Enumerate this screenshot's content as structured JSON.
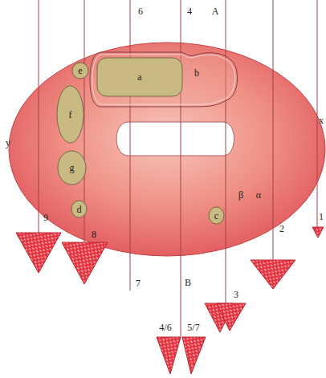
{
  "diagram": {
    "nodes": [
      {
        "text": [
          "e"
        ]
      },
      {
        "text": [
          "b"
        ]
      },
      {
        "text": [
          "a"
        ],
        "in": 1
      },
      {
        "text": [
          "f"
        ]
      },
      {
        "text": [
          "g"
        ]
      },
      {
        "text": [
          "c"
        ]
      },
      {
        "text": [
          "d"
        ]
      }
    ],
    "labels": [
      "6",
      "4",
      "A",
      "y",
      "x",
      "β",
      "α",
      "9",
      "8",
      "7",
      "B",
      "4/6",
      "5/7",
      "3",
      "2",
      "1"
    ]
  }
}
